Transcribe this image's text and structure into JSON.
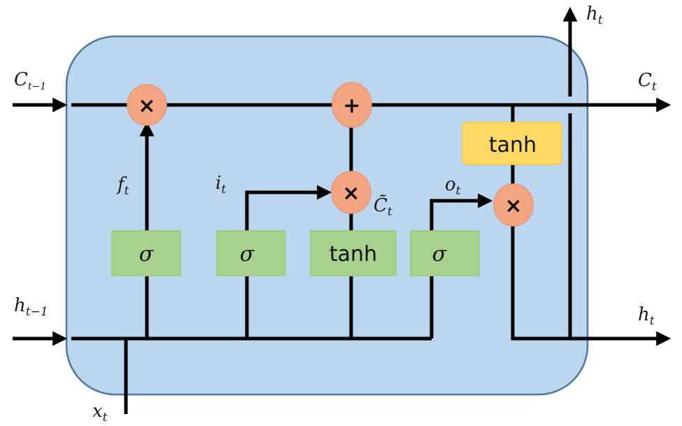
{
  "diagram": {
    "title": "LSTM cell",
    "colors": {
      "cell_fill": "#bcd6ee",
      "cell_stroke": "#4d76a3",
      "gate_fill": "#a9d18e",
      "gate_stroke": "#9cc57f",
      "tanh_out_fill": "#ffd966",
      "tanh_out_stroke": "#f4c842",
      "op_fill": "#f4a582",
      "op_stroke": "#e89575",
      "line": "#000000"
    },
    "inputs": {
      "c_prev": {
        "base": "C",
        "sub": "t−1"
      },
      "h_prev": {
        "base": "h",
        "sub": "t−1"
      },
      "x": {
        "base": "x",
        "sub": "t"
      }
    },
    "outputs": {
      "c_out": {
        "base": "C",
        "sub": "t"
      },
      "h_out_top": {
        "base": "h",
        "sub": "t"
      },
      "h_out_right": {
        "base": "h",
        "sub": "t"
      }
    },
    "gate_labels": {
      "forget": {
        "base": "f",
        "sub": "t"
      },
      "input": {
        "base": "i",
        "sub": "t"
      },
      "candidate": {
        "base": "C̃",
        "sub": "t"
      },
      "output": {
        "base": "o",
        "sub": "t"
      }
    },
    "boxes": {
      "forget_sigma": "σ",
      "input_sigma": "σ",
      "candidate_tanh": "tanh",
      "output_sigma": "σ",
      "cell_tanh": "tanh"
    },
    "operators": {
      "forget_mul": "×",
      "cell_add": "+",
      "input_mul": "×",
      "output_mul": "×"
    }
  }
}
